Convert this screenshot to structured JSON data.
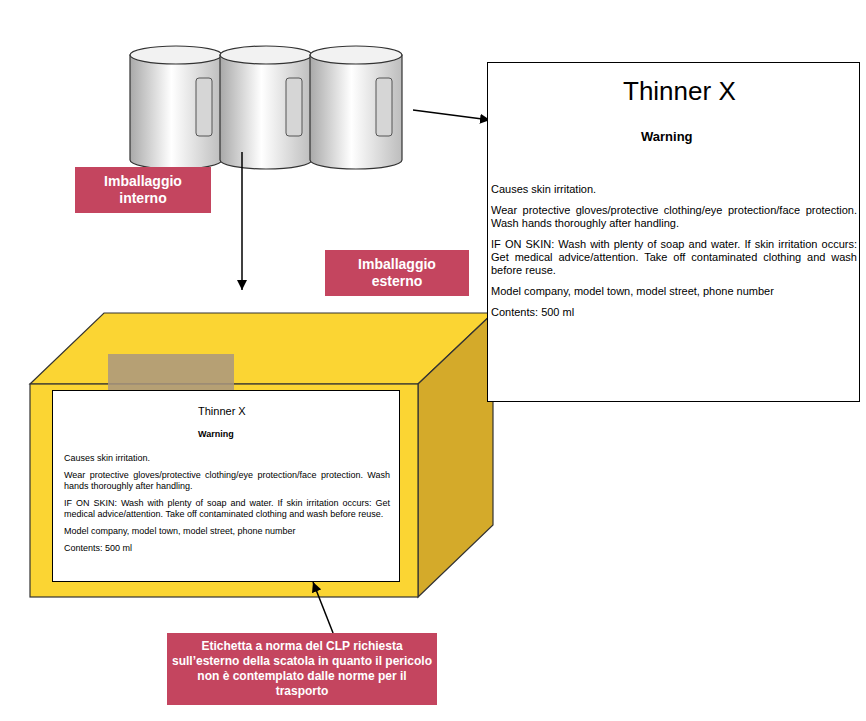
{
  "diagram": {
    "nodes": [
      {
        "text": [
          "Thinner X",
          "Warning",
          "Causes skin irritation.",
          "Wear protective gloves/protective clothing/eye protection/face protection. Wash hands thoroughly after handling.",
          "IF ON SKIN: Wash with plenty of soap and water. If skin irritation occurs: Get medical advice/attention. Take off contaminated clothing and wash before reuse.",
          "Model company, model town, model street, phone number",
          "Contents: 500 ml"
        ]
      },
      {
        "text": [
          "Imballaggio interno"
        ]
      },
      {
        "text": [
          "Imballaggio esterno"
        ]
      },
      {
        "text": [
          "Thinner X",
          "Warning",
          "Causes skin irritation.",
          "Wear protective gloves/protective clothing/eye protection/face protection. Wash hands thoroughly after handling.",
          "IF ON SKIN: Wash with plenty of soap and water. If skin irritation occurs: Get medical advice/attention. Take off contaminated clothing and wash before reuse.",
          "Model company, model town, model street, phone number",
          "Contents: 500 ml"
        ]
      },
      {
        "text": [
          "Etichetta a norma del CLP richiesta sull’esterno della scatola in quanto il pericolo non è contemplato dalle norme per il trasporto"
        ]
      }
    ],
    "edges": [
      {
        "from": 4,
        "to": 3,
        "arrow": "to"
      }
    ]
  }
}
